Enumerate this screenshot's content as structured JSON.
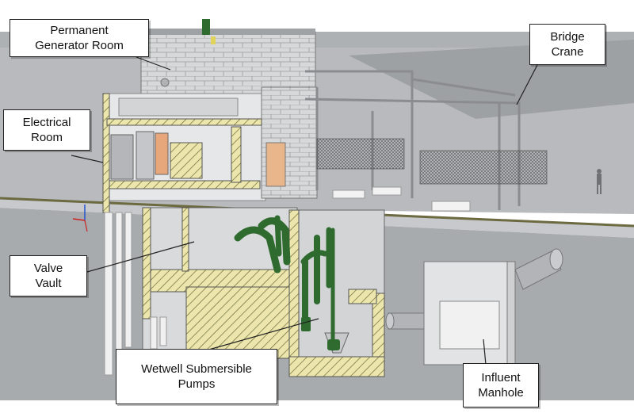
{
  "labels": {
    "generator_room": [
      "Permanent",
      "Generator Room"
    ],
    "bridge_crane": [
      "Bridge",
      "Crane"
    ],
    "electrical_room": [
      "Electrical",
      "Room"
    ],
    "valve_vault": [
      "Valve",
      "Vault"
    ],
    "wetwell_pumps": [
      "Wetwell Submersible",
      "Pumps"
    ],
    "influent_manhole": [
      "Influent",
      "Manhole"
    ]
  },
  "colors": {
    "ground": "#b9bcbf",
    "concrete_hatch": "#e8e2a8",
    "pipes": "#2f6b2f",
    "structure": "#cfd1d4"
  }
}
